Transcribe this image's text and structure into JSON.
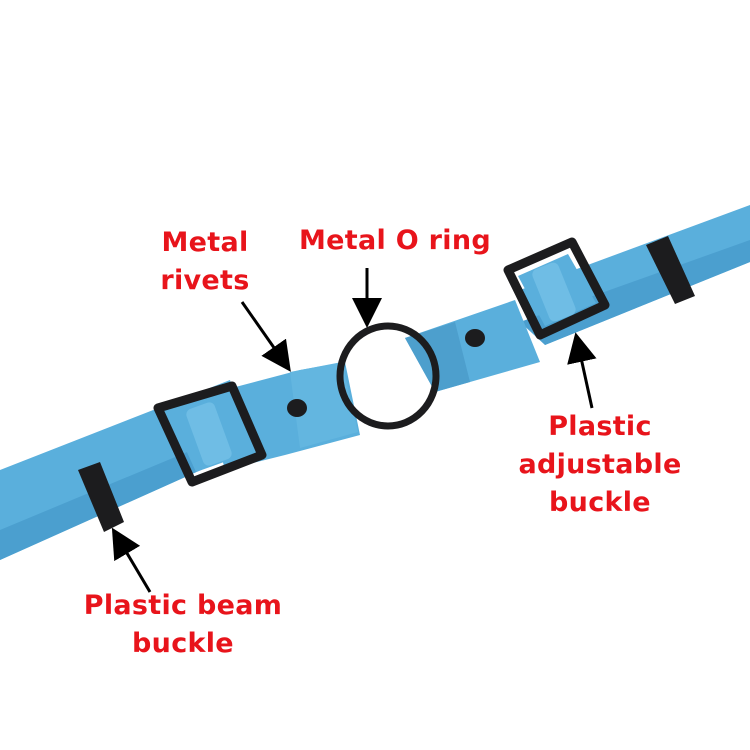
{
  "colors": {
    "strap": "#5aafdc",
    "strap_shadow": "#3f8fbf",
    "hardware": "#1c1c1e",
    "label_text": "#e8141b",
    "background": "#ffffff"
  },
  "labels": {
    "metal_rivets": {
      "line1": "Metal",
      "line2": "rivets"
    },
    "metal_o_ring": {
      "line1": "Metal O ring"
    },
    "plastic_adjustable_buckle": {
      "line1": "Plastic",
      "line2": "adjustable",
      "line3": "buckle"
    },
    "plastic_beam_buckle": {
      "line1": "Plastic beam",
      "line2": "buckle"
    }
  }
}
